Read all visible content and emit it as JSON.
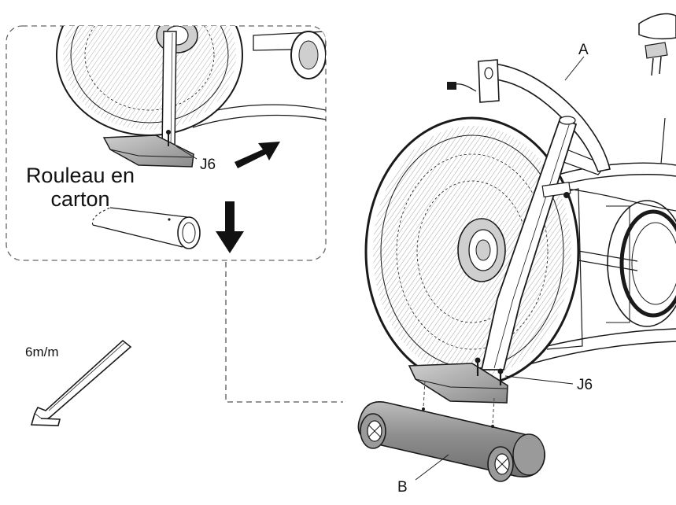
{
  "labels": {
    "part_a": "A",
    "part_b": "B",
    "bolt_inset": "J6",
    "bolt_main": "J6",
    "roll_line1": "Rouleau en",
    "roll_line2": "carton",
    "tool_size": "6m/m"
  },
  "colors": {
    "line": "#1a1a1a",
    "fill_light": "#f4f4f4",
    "fill_mid": "#cfcfcf",
    "fill_dark": "#8f8f8f",
    "dashed": "#555555",
    "arrow": "#111111"
  },
  "icons": {
    "arrow_move": "arrow-right-up-icon",
    "arrow_drop": "arrow-down-icon",
    "hex_key": "hex-key-icon"
  }
}
